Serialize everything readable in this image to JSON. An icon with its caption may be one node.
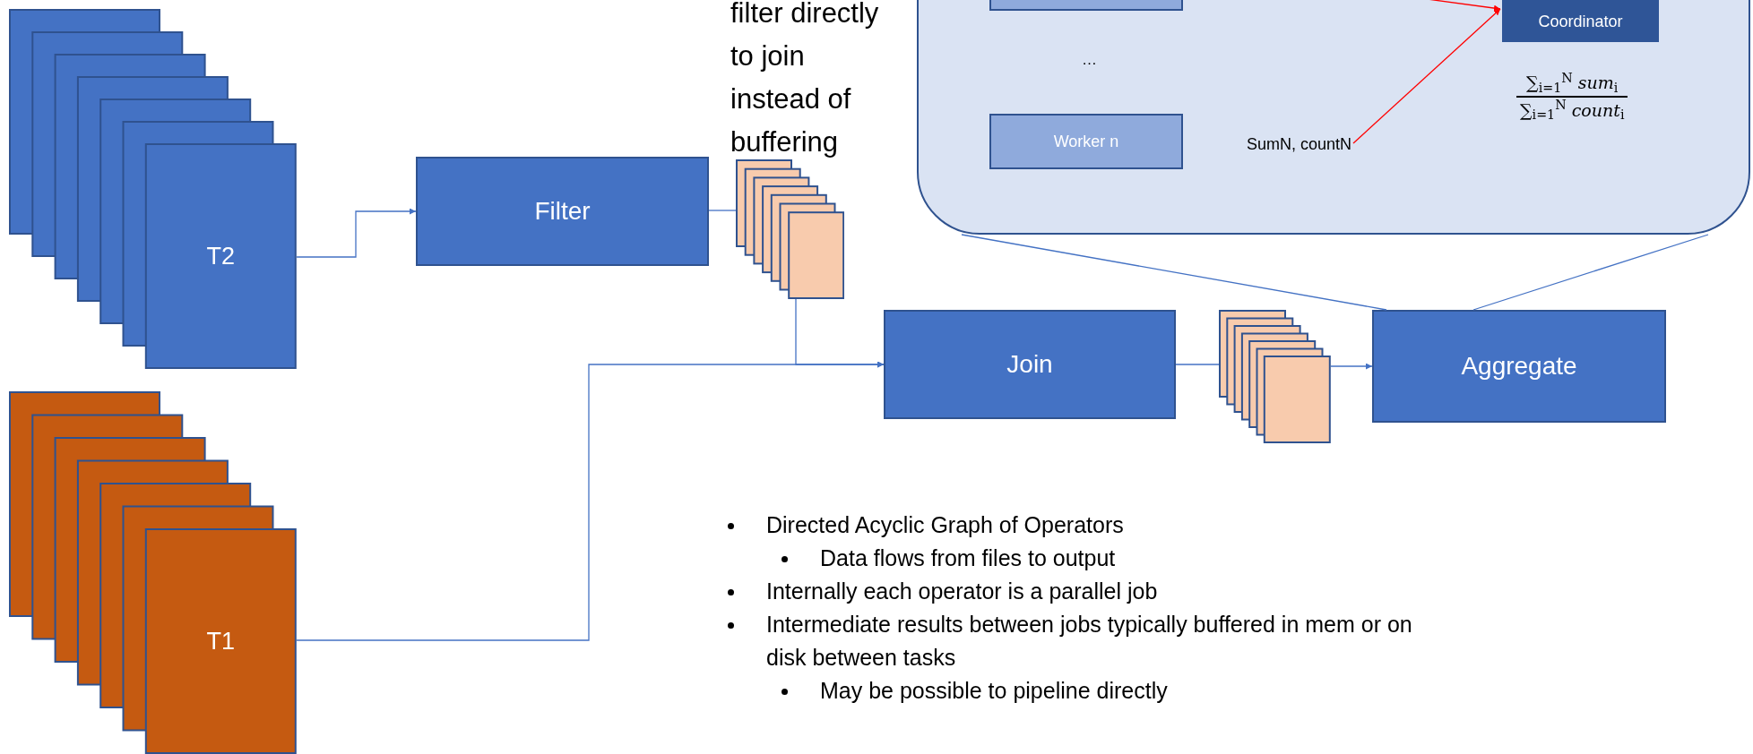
{
  "diagram": {
    "nodes": [
      {
        "text": [
          "T2"
        ]
      },
      {
        "text": [
          "T1"
        ]
      },
      {
        "text": [
          "Filter"
        ]
      },
      {
        "text": [],
        "shape": "box"
      },
      {
        "text": [
          "Join"
        ]
      },
      {
        "text": [],
        "shape": "box"
      },
      {
        "text": [
          "Aggregate"
        ]
      },
      {
        "text": [],
        "shape": "box"
      },
      {
        "text": [],
        "shape": "box",
        "in": 7
      },
      {
        "text": [
          "Worker n"
        ],
        "in": 7
      },
      {
        "text": [
          "SumN, countN"
        ],
        "in": 7
      },
      {
        "text": [
          "Coordinator"
        ],
        "in": 7
      }
    ],
    "edges": [
      {
        "from": 0,
        "to": 2,
        "arrow": "to"
      },
      {
        "from": 2,
        "to": 3,
        "arrow": "none"
      },
      {
        "from": 3,
        "to": 4,
        "arrow": "to"
      },
      {
        "from": 1,
        "to": 4,
        "arrow": "to"
      },
      {
        "from": 4,
        "to": 5,
        "arrow": "none"
      },
      {
        "from": 5,
        "to": 6,
        "arrow": "to"
      },
      {
        "from": 7,
        "to": 6,
        "arrow": "none"
      },
      {
        "from": 7,
        "to": 6,
        "arrow": "none"
      },
      {
        "from": 10,
        "to": 11,
        "arrow": "to",
        "color": "#ff0000"
      },
      {
        "from": null,
        "to": 11,
        "arrow": "to",
        "color": "#ff0000"
      }
    ],
    "labels": [
      "filter directly to join instead of buffering",
      "…",
      "∑$_{i=1}$$^{N}$ *sum*$_{i}$",
      "∑$_{i=1}$$^{N}$ *count*$_{i}$",
      "Directed Acyclic Graph of Operators",
      "Data flows from files to output",
      "Internally each operator is a parallel job",
      "Intermediate results between jobs typically buffered in mem or on disk between tasks",
      "May be possible to pipeline directly"
    ]
  }
}
